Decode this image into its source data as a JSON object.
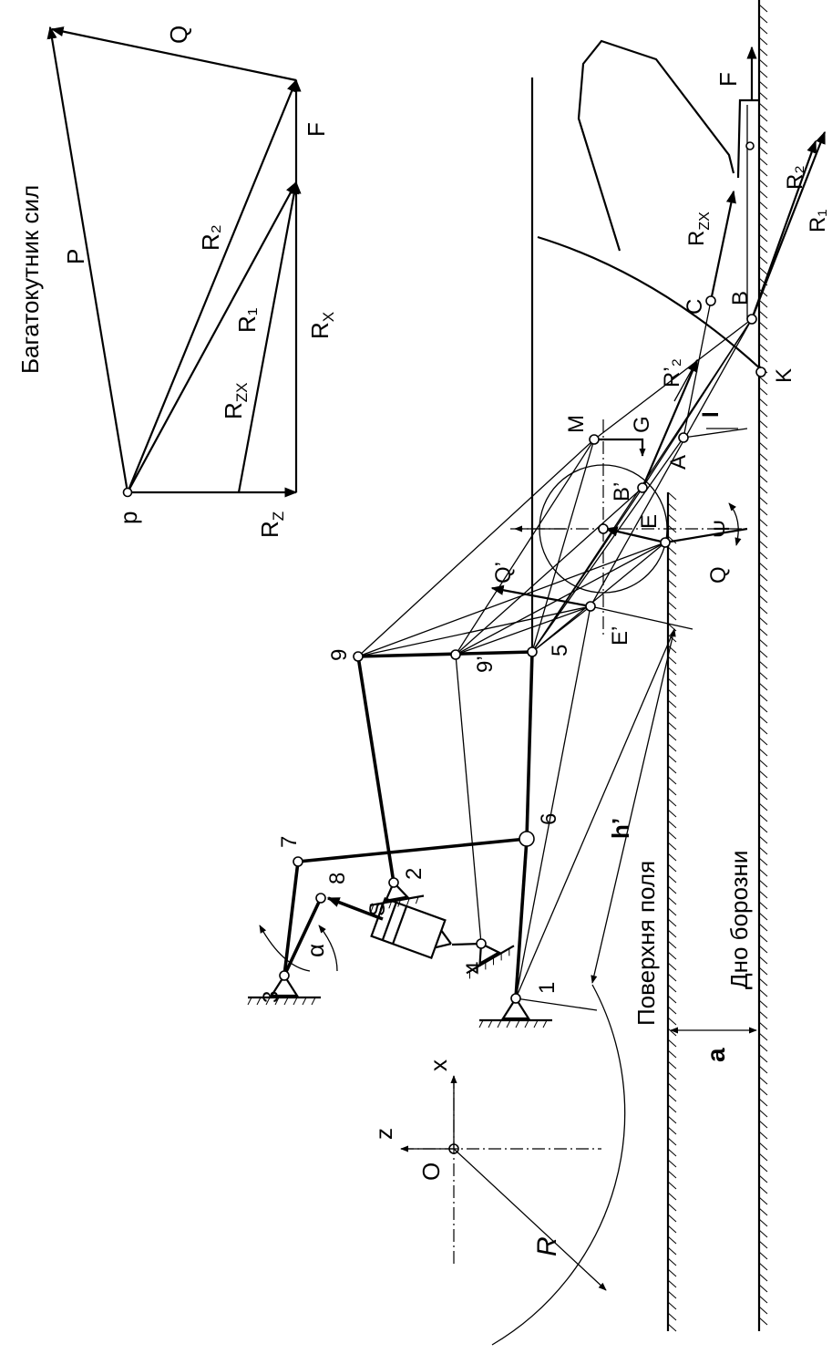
{
  "polygon_title": "Багатокутник сил",
  "polygon_labels": {
    "p": "p",
    "P": "P",
    "Q": "Q",
    "F": "F",
    "R2": "R₂",
    "R1": "R₁",
    "Rzx": "R",
    "Rzx_sub": "ZX",
    "Rx": "R",
    "Rx_sub": "X",
    "Rz": "R",
    "Rz_sub": "Z"
  },
  "ground_labels": {
    "field_surface": "Поверхня поля",
    "furrow_bottom": "Дно борозни",
    "depth_a": "a"
  },
  "points": {
    "p1": "1",
    "p2": "2",
    "p3": "3",
    "p4": "4",
    "p5": "5",
    "p6": "6",
    "p7": "7",
    "p8": "8",
    "p9": "9",
    "p9prime": "9’",
    "M": "M",
    "G": "G",
    "A": "A",
    "B": "B",
    "Bprime": "B’",
    "C": "C",
    "E": "E",
    "Eprime": "E’",
    "K": "K",
    "O": "O"
  },
  "misc_labels": {
    "S": "S",
    "alpha": "α",
    "h_prime": "h’",
    "Q_prime": "Q’",
    "Q_force": "Q",
    "psi": "Ψ",
    "l_tilde": "l",
    "R_radius": "R",
    "axis_x": "x",
    "axis_z": "z",
    "F_force": "F",
    "R2_force": "R₂",
    "R1_force": "R₁",
    "R2prime": "R’₂",
    "Rzx_force": "R",
    "Rzx_force_sub": "ZX"
  }
}
